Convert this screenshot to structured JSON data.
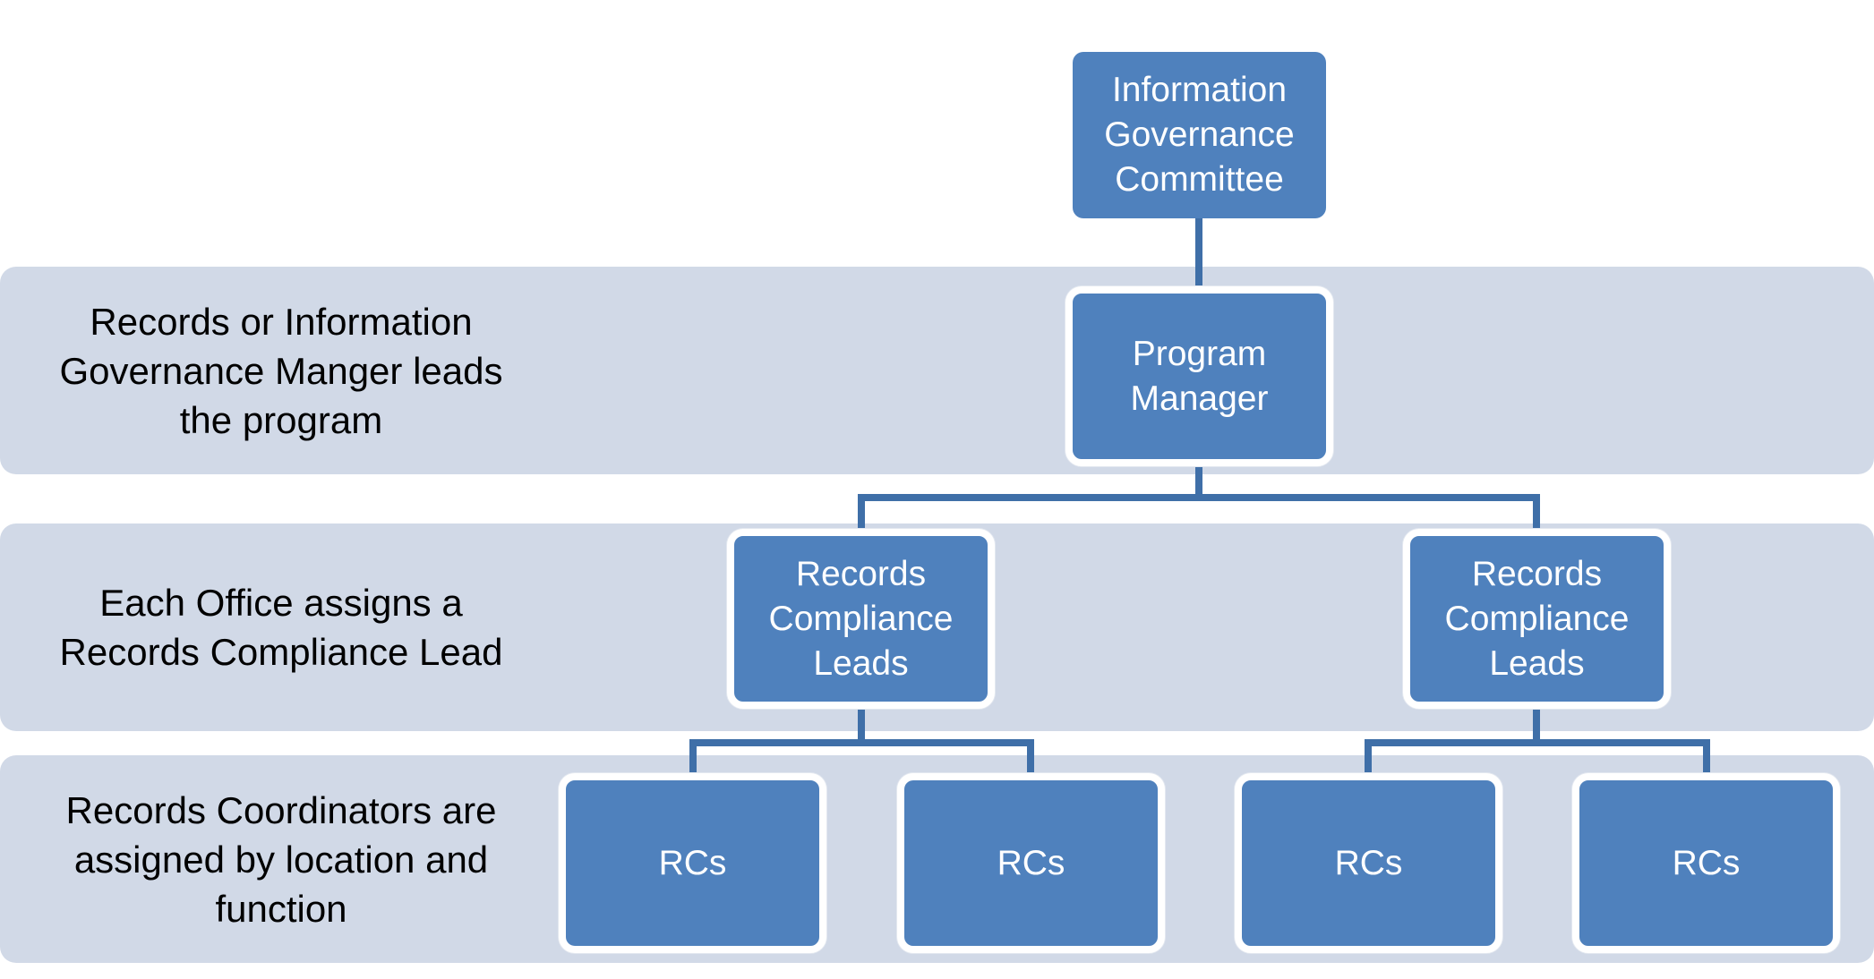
{
  "bands": [
    {
      "label": "Records or Information\nGovernance Manger leads\nthe program"
    },
    {
      "label": "Each Office assigns a\nRecords  Compliance Lead"
    },
    {
      "label": "Records Coordinators are\nassigned by location and\nfunction"
    }
  ],
  "nodes": {
    "top": "Information\nGovernance\nCommittee",
    "program_manager": "Program\nManager",
    "lead_1": "Records\nCompliance\nLeads",
    "lead_2": "Records\nCompliance\nLeads",
    "rc_1": "RCs",
    "rc_2": "RCs",
    "rc_3": "RCs",
    "rc_4": "RCs"
  },
  "colors": {
    "band": "#d1d9e7",
    "node_fill": "#4f81bd",
    "connector": "#3f6fa8",
    "node_text": "#ffffff"
  }
}
